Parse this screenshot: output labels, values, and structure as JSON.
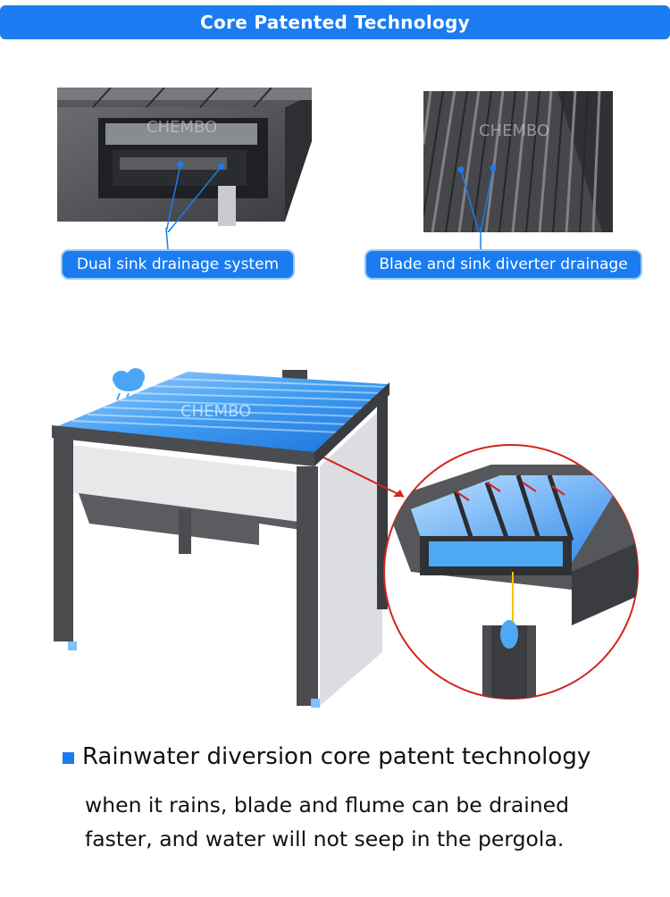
{
  "banner": {
    "title": "Core Patented Technology"
  },
  "features": [
    {
      "label": "Dual sink drainage system"
    },
    {
      "label": "Blade and sink diverter drainage"
    }
  ],
  "watermark": "CHEMBO",
  "section": {
    "heading": "Rainwater diversion core patent technology",
    "description_lines": [
      "when it rains, blade and flume can be drained",
      "faster, and water will not seep in the pergola."
    ]
  },
  "colors": {
    "accent": "#1a7cf0",
    "frame": "#4a4c50",
    "water": "#3d9cf2"
  }
}
